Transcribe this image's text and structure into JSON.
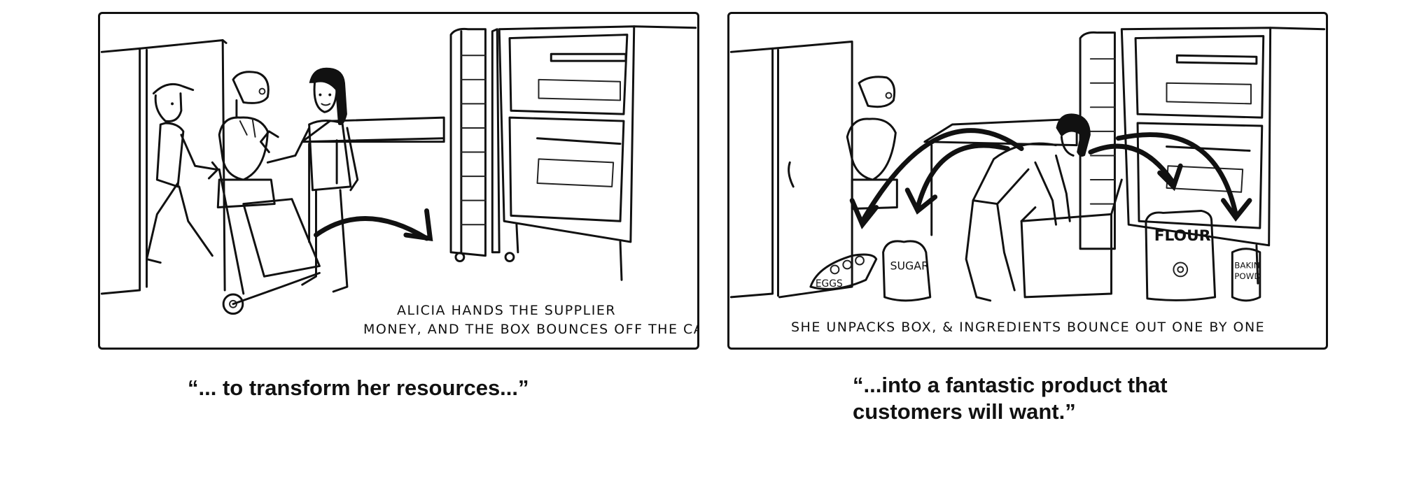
{
  "panels": [
    {
      "caption_lines": [
        "ALICIA HANDS THE SUPPLIER",
        "MONEY, AND THE BOX BOUNCES OFF THE CART"
      ],
      "quote_lines": [
        "“... to transform her resources...”"
      ]
    },
    {
      "caption_lines": [
        "SHE UNPACKS BOX, & INGREDIENTS BOUNCE OUT ONE BY ONE"
      ],
      "quote_lines": [
        "“...into a fantastic product that",
        "customers will want.”"
      ],
      "labels": {
        "eggs": "EGGS",
        "sugar": "SUGAR",
        "flour": "FLOUR",
        "baking_line1": "BAKIN",
        "baking_line2": "POWD"
      }
    }
  ],
  "colors": {
    "ink": "#111111",
    "background": "#ffffff"
  }
}
